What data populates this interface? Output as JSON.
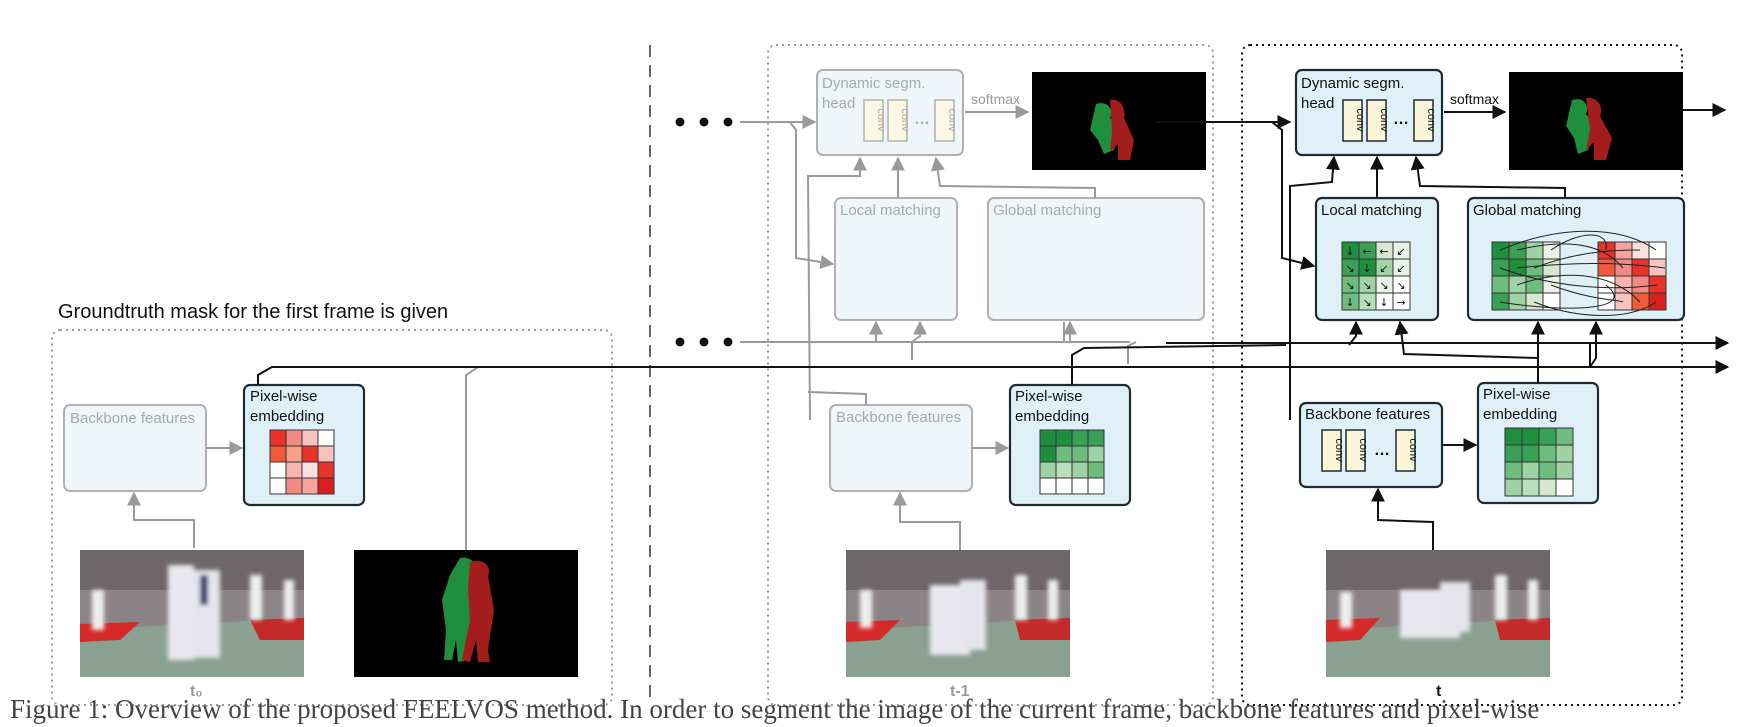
{
  "header_text": "Groundtruth mask for the first frame is given",
  "frames": {
    "t0": {
      "label": "t₀",
      "backbone_label": "Backbone features",
      "embedding_label_1": "Pixel-wise",
      "embedding_label_2": "embedding"
    },
    "t_minus_1": {
      "label": "t-1",
      "head_label_1": "Dynamic segm.",
      "head_label_2": "head",
      "conv_label": "conv",
      "ellipsis": "…",
      "softmax_label": "softmax",
      "local_matching_label": "Local matching",
      "global_matching_label": "Global matching",
      "backbone_label": "Backbone features",
      "embedding_label_1": "Pixel-wise",
      "embedding_label_2": "embedding"
    },
    "t": {
      "label": "t",
      "head_label_1": "Dynamic segm.",
      "head_label_2": "head",
      "conv_label": "conv",
      "ellipsis": "…",
      "softmax_label": "softmax",
      "local_matching_label": "Local matching",
      "global_matching_label": "Global matching",
      "backbone_label": "Backbone features",
      "embedding_label_1": "Pixel-wise",
      "embedding_label_2": "embedding"
    }
  },
  "colors": {
    "box_fill": "#dff0f8",
    "box_fill_faded": "#eef6fa",
    "box_stroke": "#1f2a33",
    "faded_stroke": "#a9a9a9",
    "conv_fill": "#fbf5d9",
    "mask_green": "#1f8f3e",
    "mask_red": "#a31d1d",
    "mat_fill": "#d6e8d2"
  },
  "caption": "Figure 1: Overview of the proposed FEELVOS method. In order to segment the image of the current frame, backbone features and pixel-wise"
}
